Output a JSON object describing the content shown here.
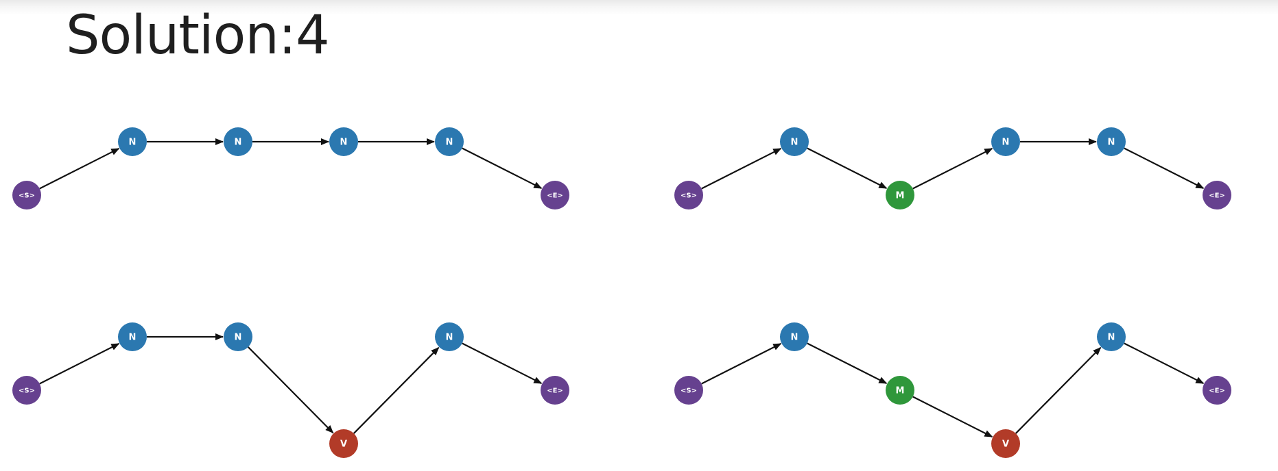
{
  "title": "Solution:4",
  "colors": {
    "N": "#2b78b0",
    "M": "#2f973b",
    "V": "#b23b28",
    "S": "#66418f",
    "E": "#66418f"
  },
  "labels": {
    "S": "<S>",
    "E": "<E>",
    "N": "N",
    "M": "M",
    "V": "V"
  },
  "paths": [
    {
      "name": "path-1",
      "sequence": [
        "S",
        "N",
        "N",
        "N",
        "N",
        "E"
      ]
    },
    {
      "name": "path-2",
      "sequence": [
        "S",
        "N",
        "M",
        "N",
        "N",
        "E"
      ]
    },
    {
      "name": "path-3",
      "sequence": [
        "S",
        "N",
        "N",
        "V",
        "N",
        "E"
      ]
    },
    {
      "name": "path-4",
      "sequence": [
        "S",
        "N",
        "M",
        "V",
        "N",
        "E"
      ]
    }
  ]
}
